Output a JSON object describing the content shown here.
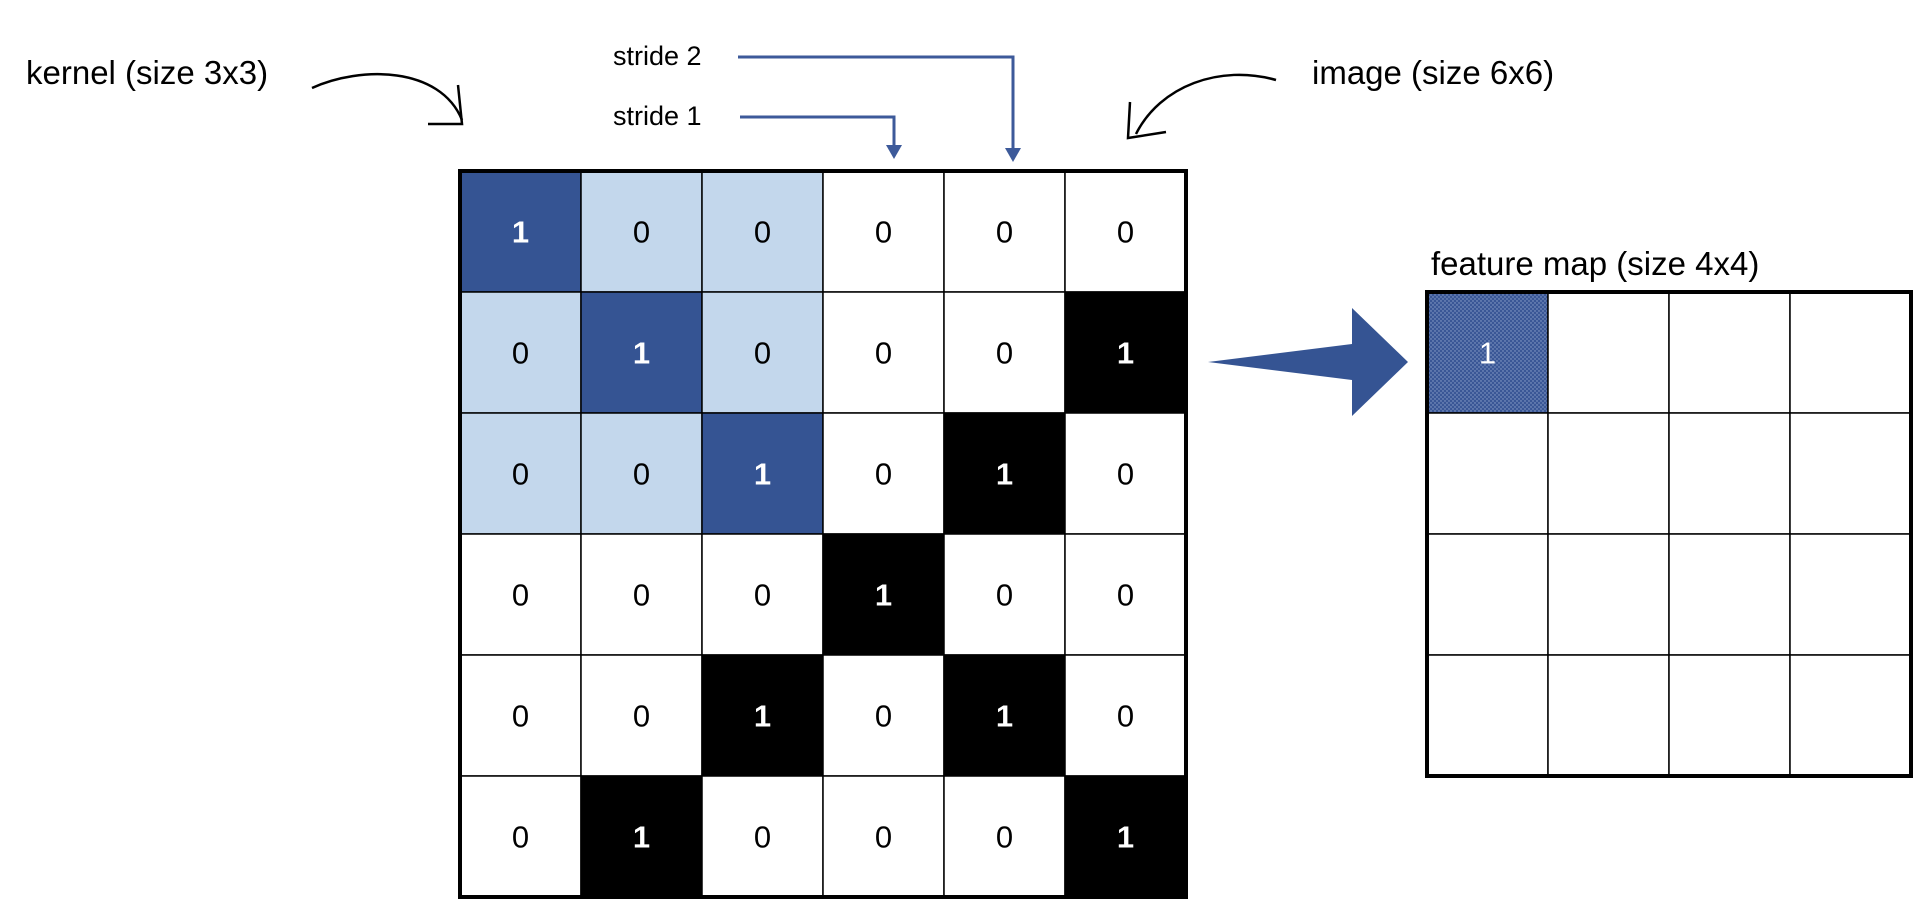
{
  "labels": {
    "kernel": "kernel (size 3x3)",
    "image": "image (size 6x6)",
    "stride2": "stride 2",
    "stride1": "stride 1",
    "feature_map": "feature map (size 4x4)"
  },
  "image_grid": {
    "values": [
      [
        1,
        0,
        0,
        0,
        0,
        0
      ],
      [
        0,
        1,
        0,
        0,
        0,
        1
      ],
      [
        0,
        0,
        1,
        0,
        1,
        0
      ],
      [
        0,
        0,
        0,
        1,
        0,
        0
      ],
      [
        0,
        0,
        1,
        0,
        1,
        0
      ],
      [
        0,
        1,
        0,
        0,
        0,
        1
      ]
    ],
    "kernel_rows": 3,
    "kernel_cols": 3
  },
  "feature_map": {
    "rows": 4,
    "cols": 4,
    "values": [
      [
        "1",
        "",
        "",
        ""
      ],
      [
        "",
        "",
        "",
        ""
      ],
      [
        "",
        "",
        "",
        ""
      ],
      [
        "",
        "",
        "",
        ""
      ]
    ]
  },
  "colors": {
    "kernel_one": "#355493",
    "kernel_zero": "#c3d7ec",
    "image_one": "#000000",
    "image_zero": "#ffffff",
    "arrow": "#355493",
    "stride_line": "#3d5a9a",
    "feature_fill": "#3a5796"
  }
}
